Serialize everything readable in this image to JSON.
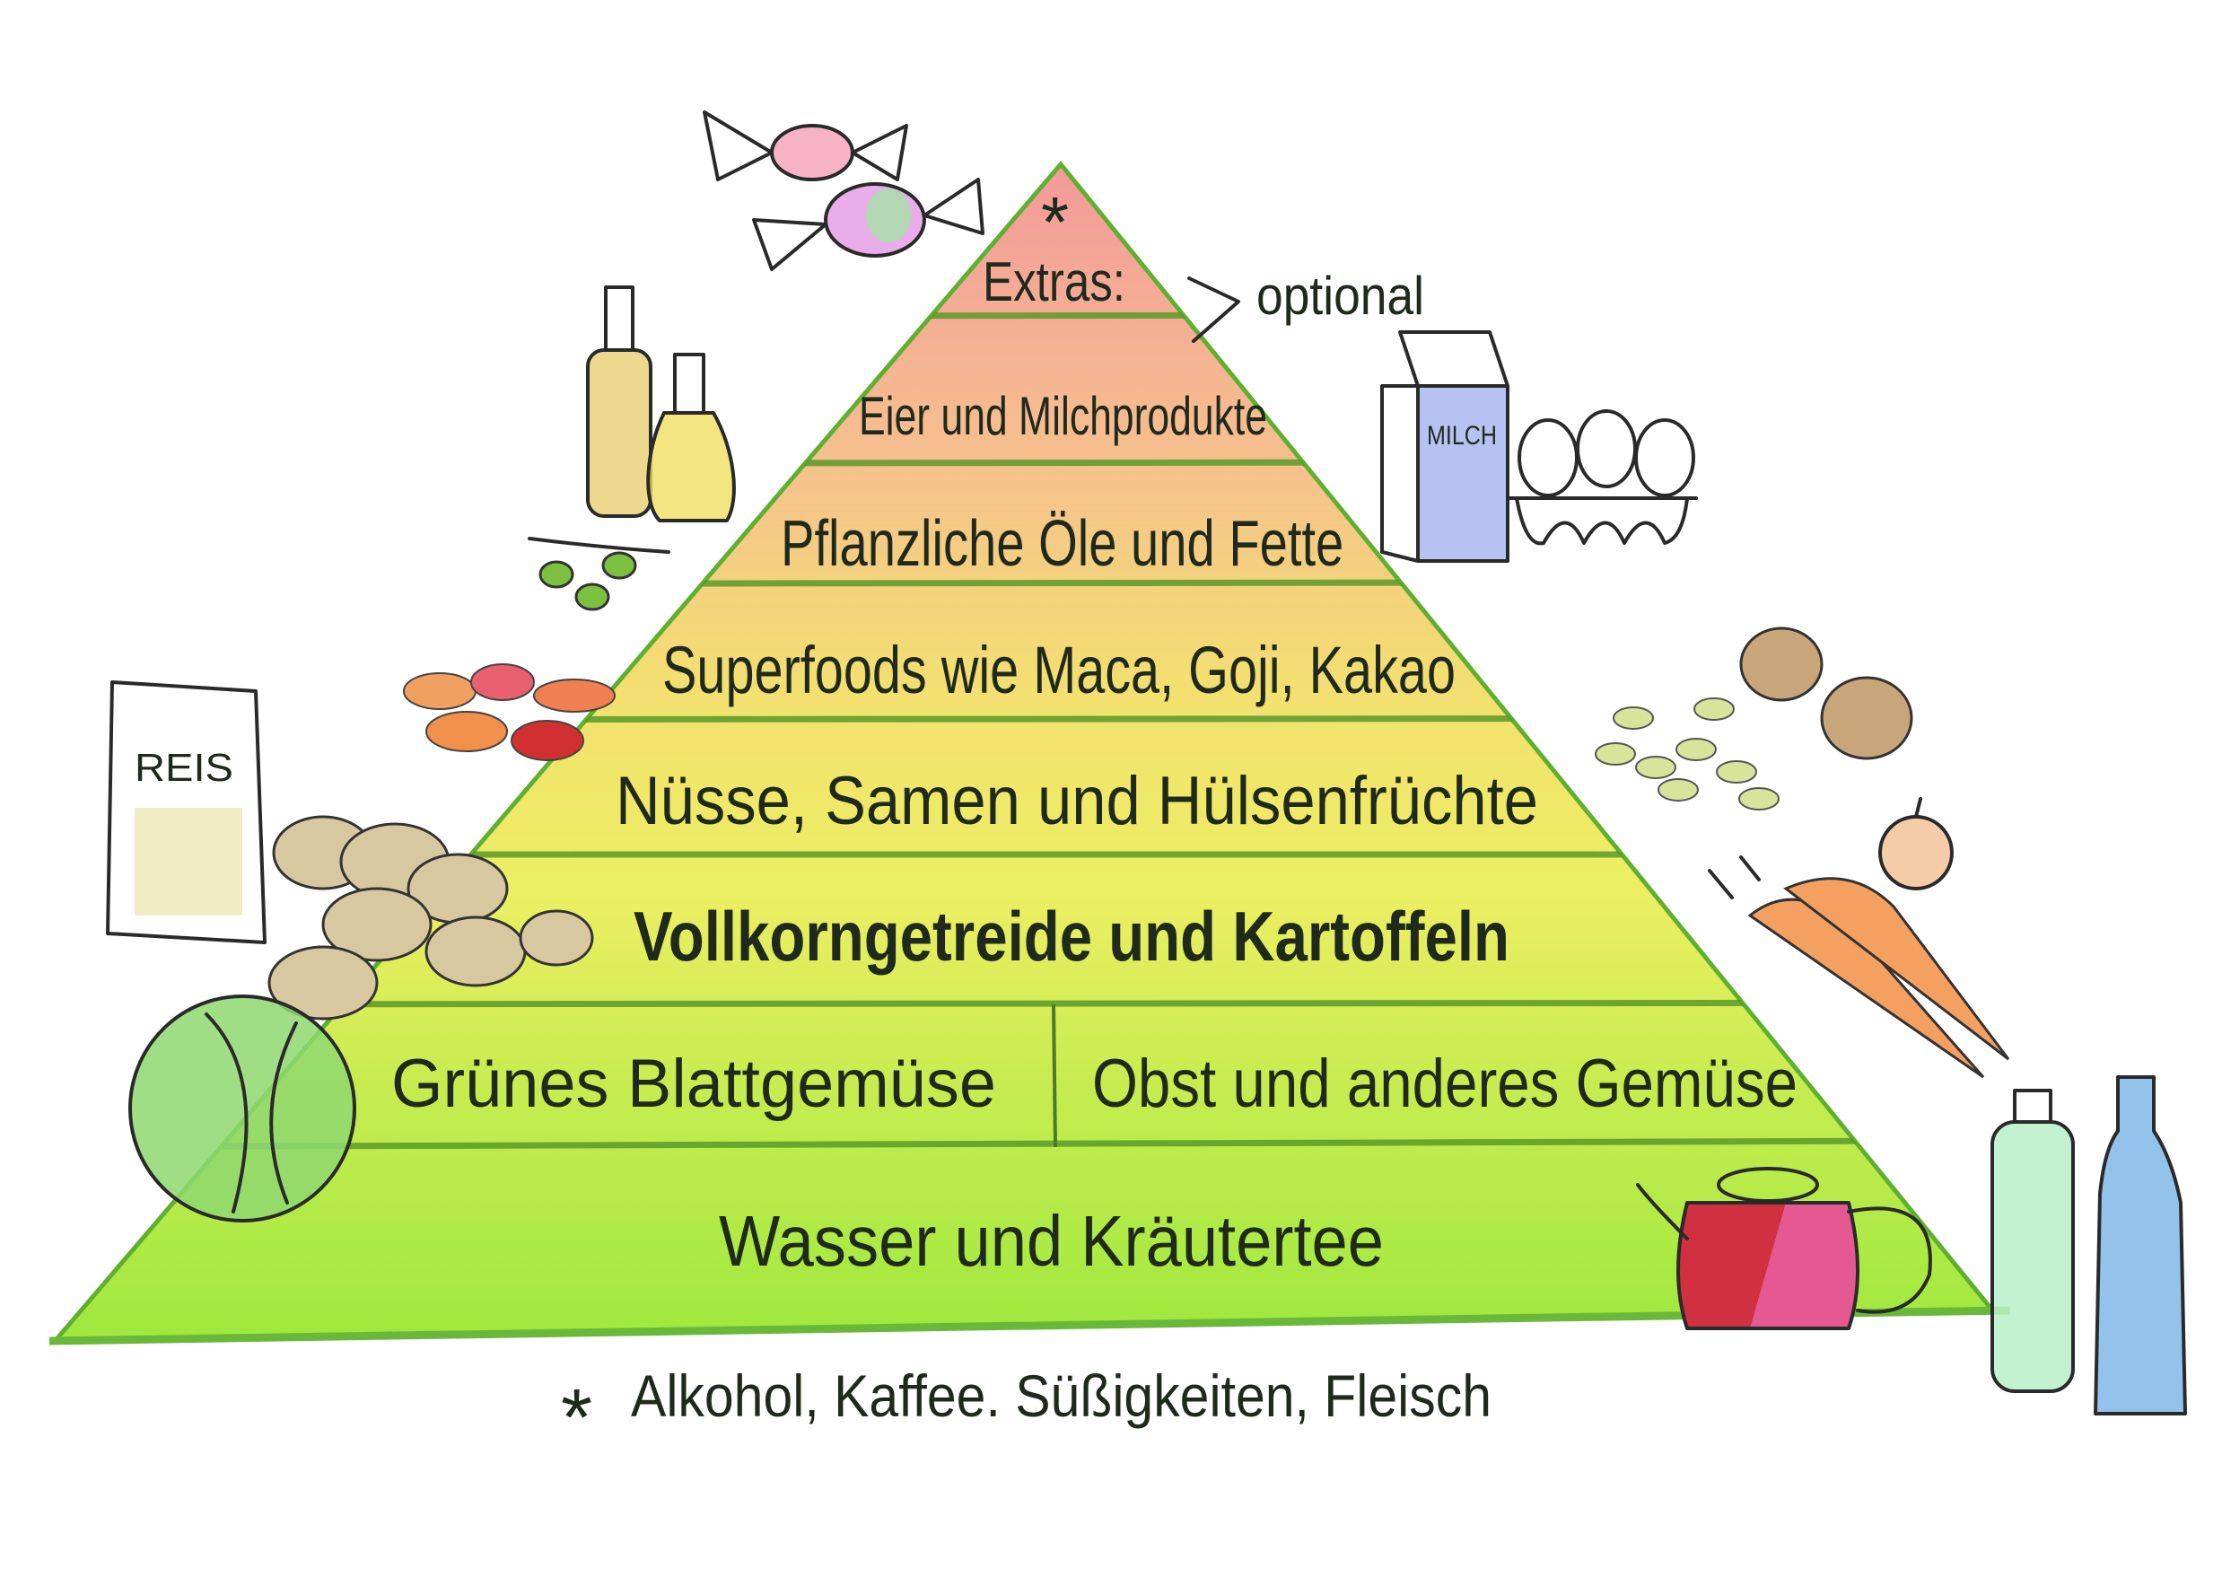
{
  "pyramid": {
    "levels": [
      {
        "label": "Extras:"
      },
      {
        "label": "Eier und Milchprodukte"
      },
      {
        "label": "Pflanzliche Öle und Fette"
      },
      {
        "label": "Superfoods wie Maca, Goji, Kakao"
      },
      {
        "label": "Nüsse, Samen und Hülsenfrüchte"
      },
      {
        "label": "Vollkorngetreide und Kartoffeln"
      },
      {
        "label": "Grünes Blattgemüse"
      },
      {
        "label": "Obst und anderes Gemüse"
      },
      {
        "label": "Wasser und Kräutertee"
      }
    ],
    "extras_mark": "*",
    "optional_note": "optional"
  },
  "footnote": {
    "mark": "*",
    "text": "Alkohol, Kaffee. Süßigkeiten, Fleisch"
  },
  "illustrations": {
    "milk_label": "MILCH",
    "rice_label": "REIS"
  },
  "colors": {
    "top": "#f39a9a",
    "upper": "#f6c48a",
    "middle": "#f0ec6a",
    "bottom": "#9fe83e",
    "outline": "#5fb030"
  }
}
